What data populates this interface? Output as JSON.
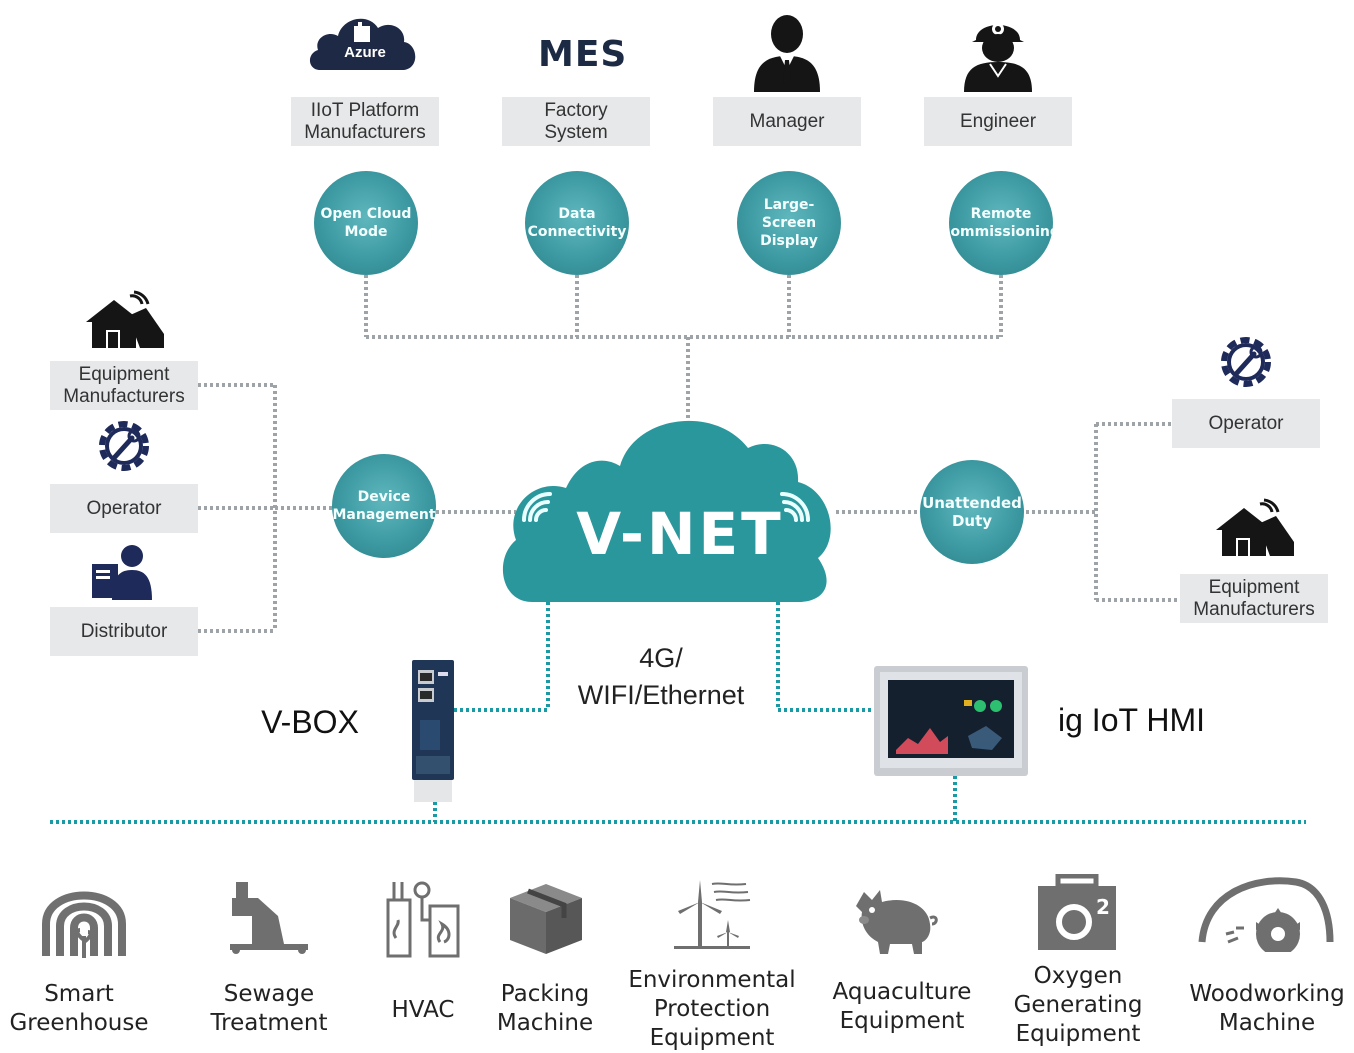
{
  "top": {
    "azure_logo_text": "Azure",
    "mes_text": "MES",
    "boxes": [
      "IIoT  Platform\nManufacturers",
      "Factory\nSystem",
      "Manager",
      "Engineer"
    ],
    "circles": [
      "Open  Cloud\nMode",
      "Data\nConnectivity",
      "Large-Screen\nDisplay",
      "Remote\ncommissioning"
    ]
  },
  "left": {
    "boxes": [
      "Equipment\nManufacturers",
      "Operator",
      "Distributor"
    ],
    "circle": "Device\nManagement"
  },
  "right": {
    "boxes": [
      "Operator",
      "Equipment\nManufacturers"
    ],
    "circle": "Unattended\nDuty"
  },
  "center": {
    "cloud_text": "V-NET",
    "connection_text": "4G/\nWIFI/Ethernet",
    "vbox_label": "V-BOX",
    "hmi_label": "ig IoT HMI"
  },
  "applications": [
    {
      "label": "Smart\nGreenhouse",
      "icon": "greenhouse-icon"
    },
    {
      "label": "Sewage\nTreatment",
      "icon": "sewage-treatment-icon"
    },
    {
      "label": "HVAC",
      "icon": "hvac-icon"
    },
    {
      "label": "Packing\nMachine",
      "icon": "package-icon"
    },
    {
      "label": "Environmental\nProtection\nEquipment",
      "icon": "wind-turbine-icon"
    },
    {
      "label": "Aquaculture\nEquipment",
      "icon": "pig-icon"
    },
    {
      "label": "Oxygen\nGenerating\nEquipment",
      "icon": "oxygen-icon"
    },
    {
      "label": "Woodworking\nMachine",
      "icon": "saw-blade-icon"
    }
  ],
  "colors": {
    "teal": "#2f9aa0",
    "teal_dark": "#1e7f86",
    "gray_box": "#e6e8ea",
    "dotted_gray": "#9ea3a8",
    "dotted_teal": "#1a9aa5",
    "icon_dark": "#1a1a1a",
    "icon_gray": "#6b6b6b"
  }
}
